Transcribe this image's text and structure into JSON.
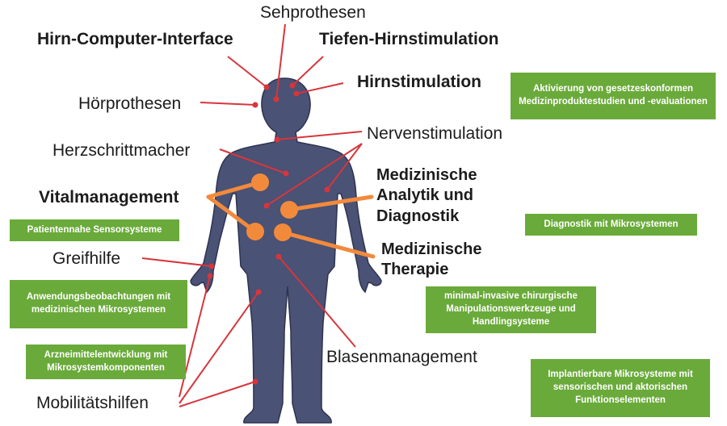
{
  "labels": {
    "sehprothesen": "Sehprothesen",
    "hirn_computer": "Hirn-Computer-Interface",
    "tiefen_hirn": "Tiefen-Hirnstimulation",
    "hirnstimulation": "Hirnstimulation",
    "hoerprothesen": "Hörprothesen",
    "nervenstimulation": "Nervenstimulation",
    "herzschrittmacher": "Herzschrittmacher",
    "medizinische_analytik": "Medizinische Analytik und Diagnostik",
    "vitalmanagement": "Vitalmanagement",
    "medizinische_therapie": "Medizinische Therapie",
    "greifhilfe": "Greifhilfe",
    "blasenmanagement": "Blasenmanagement",
    "mobilitaetshilfen": "Mobilitätshilfen"
  },
  "boxes": {
    "aktivierung": "Aktivierung von gesetzeskonformen Medizinproduktestudien und -evaluationen",
    "patientennahe": "Patientennahe Sensorsysteme",
    "diagnostik_mikro": "Diagnostik mit Mikrosystemen",
    "anwendungs": "Anwendungsbeobachtungen mit medizinischen Mikrosystemen",
    "minimal_invasiv": "minimal-invasive chirurgische Manipulationswerkzeuge und Handlingsysteme",
    "arzneimittel": "Arzneimittelentwicklung mit Mikrosystemkomponenten",
    "implantierbare": "Implantierbare Mikrosysteme mit sensorischen und aktorischen Funktionselementen"
  },
  "colors": {
    "body": "#4a5275",
    "body_outline": "#2e3350",
    "connector": "#d6363b",
    "hub": "#f28a3c",
    "box": "#6aaa3a"
  }
}
